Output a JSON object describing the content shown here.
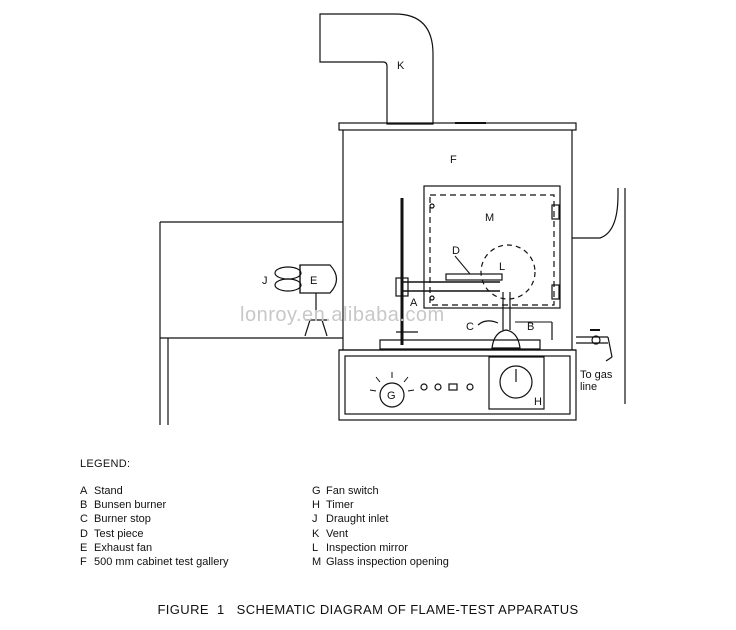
{
  "diagram": {
    "labels": {
      "K": "K",
      "F": "F",
      "M": "M",
      "D": "D",
      "L": "L",
      "A": "A",
      "B": "B",
      "C": "C",
      "E": "E",
      "J": "J",
      "G": "G",
      "H": "H"
    },
    "gas_label_line1": "To gas",
    "gas_label_line2": "line"
  },
  "legend": {
    "title": "LEGEND:",
    "left": [
      {
        "key": "A",
        "text": "Stand"
      },
      {
        "key": "B",
        "text": "Bunsen burner"
      },
      {
        "key": "C",
        "text": "Burner stop"
      },
      {
        "key": "D",
        "text": "Test piece"
      },
      {
        "key": "E",
        "text": "Exhaust fan"
      },
      {
        "key": "F",
        "text": "500 mm cabinet test gallery"
      }
    ],
    "right": [
      {
        "key": "G",
        "text": "Fan switch"
      },
      {
        "key": "H",
        "text": "Timer"
      },
      {
        "key": "J",
        "text": "Draught inlet"
      },
      {
        "key": "K",
        "text": "Vent"
      },
      {
        "key": "L",
        "text": "Inspection mirror"
      },
      {
        "key": "M",
        "text": "Glass inspection opening"
      }
    ]
  },
  "caption": "FIGURE  1   SCHEMATIC DIAGRAM OF FLAME-TEST APPARATUS",
  "watermark": "lonroy.en.alibaba.com"
}
